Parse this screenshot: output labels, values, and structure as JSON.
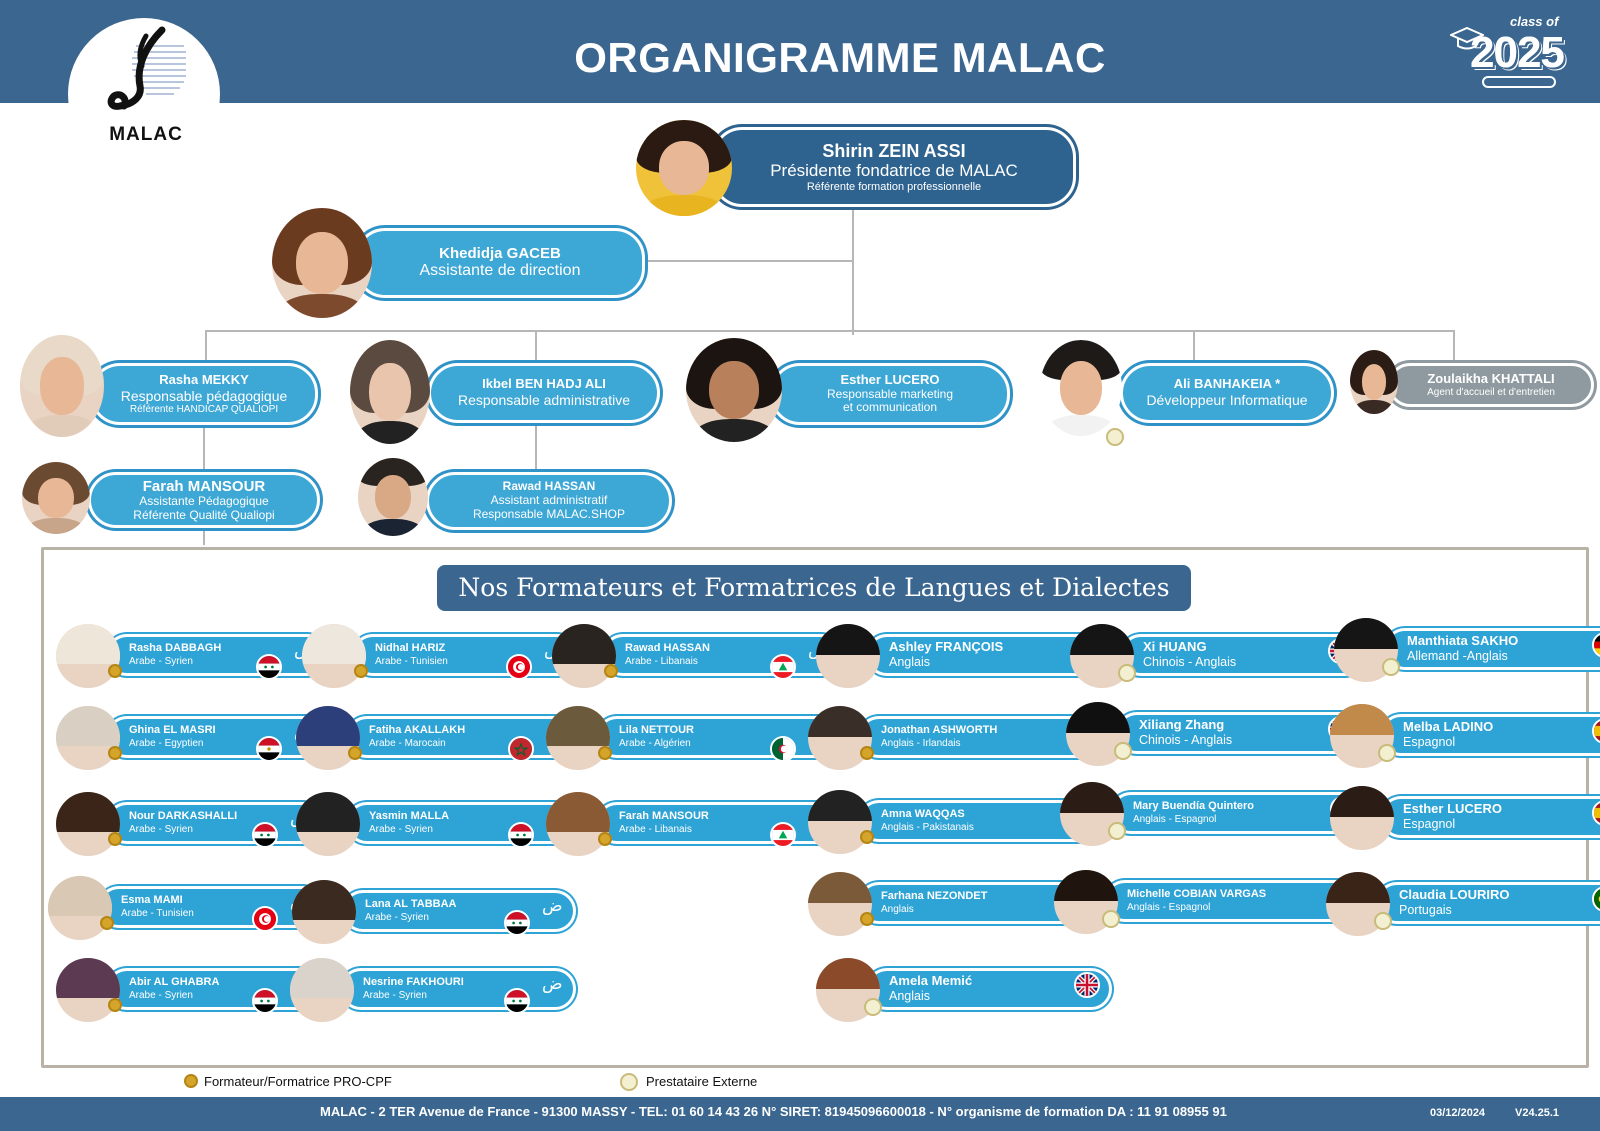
{
  "header": {
    "title": "ORGANIGRAMME MALAC",
    "logo_text": "MALAC",
    "badge_top": "class of",
    "badge_year": "2025"
  },
  "colors": {
    "header": "#3a6690",
    "pill": "#3da7d6",
    "pill_dark": "#2f638f",
    "pill_gray": "#8f9aa0"
  },
  "staff": {
    "president": {
      "name": "Shirin ZEIN ASSI",
      "role": "Présidente fondatrice de MALAC",
      "extra": "Référente formation professionnelle"
    },
    "assistant_direction": {
      "name": "Khedidja GACEB",
      "role": "Assistante de  direction"
    },
    "rasha": {
      "name": "Rasha MEKKY",
      "role": "Responsable pédagogique",
      "extra": "Référente HANDICAP QUALIOPI"
    },
    "ikbel": {
      "name": "Ikbel BEN HADJ ALI",
      "role": "Responsable administrative"
    },
    "esther": {
      "name": "Esther LUCERO",
      "role": "Responsable marketing",
      "extra": "et communication"
    },
    "ali": {
      "name": "Ali BANHAKEIA *",
      "role": "Développeur Informatique"
    },
    "zoulaikha": {
      "name": "Zoulaikha KHATTALI",
      "role": "Agent d'accueil et d'entretien"
    },
    "farah": {
      "name": "Farah MANSOUR",
      "role": "Assistante Pédagogique",
      "extra": "Référente Qualité Qualiopi"
    },
    "rawad": {
      "name": "Rawad HASSAN",
      "role": "Assistant administratif",
      "extra": "Responsable MALAC.SHOP"
    }
  },
  "trainers": {
    "title": "Nos Formateurs et Formatrices de Langues et Dialectes",
    "arabic_letter": "ض",
    "list": [
      {
        "name": "Rasha DABBAGH",
        "langs": "Arabe - Syrien"
      },
      {
        "name": "Ghina  EL MASRI",
        "langs": "Arabe - Egyptien"
      },
      {
        "name": "Nour DARKASHALLI",
        "langs": "Arabe - Syrien"
      },
      {
        "name": "Esma MAMI",
        "langs": "Arabe - Tunisien"
      },
      {
        "name": "Abir AL GHABRA",
        "langs": "Arabe - Syrien"
      },
      {
        "name": "Nidhal HARIZ",
        "langs": "Arabe - Tunisien"
      },
      {
        "name": "Fatiha AKALLAKH",
        "langs": "Arabe - Marocain"
      },
      {
        "name": "Yasmin MALLA",
        "langs": "Arabe - Syrien"
      },
      {
        "name": "Lana AL TABBAA",
        "langs": "Arabe - Syrien"
      },
      {
        "name": "Nesrine FAKHOURI",
        "langs": "Arabe - Syrien"
      },
      {
        "name": "Rawad HASSAN",
        "langs": "Arabe - Libanais"
      },
      {
        "name": "Lila NETTOUR",
        "langs": "Arabe - Algérien"
      },
      {
        "name": "Farah MANSOUR",
        "langs": "Arabe - Libanais"
      },
      {
        "name": "Ashley  FRANÇOIS",
        "langs": "Anglais"
      },
      {
        "name": "Jonathan ASHWORTH",
        "langs": "Anglais - Irlandais"
      },
      {
        "name": "Amna WAQQAS",
        "langs": "Anglais - Pakistanais"
      },
      {
        "name": "Farhana NEZONDET",
        "langs": "Anglais"
      },
      {
        "name": "Amela Memić",
        "langs": "Anglais"
      },
      {
        "name": "Xi HUANG",
        "langs": "Chinois  - Anglais"
      },
      {
        "name": "Xiliang Zhang",
        "langs": "Chinois  - Anglais"
      },
      {
        "name": "Mary Buendía Quintero",
        "langs": "Anglais - Espagnol"
      },
      {
        "name": "Michelle COBIAN VARGAS",
        "langs": "Anglais - Espagnol"
      },
      {
        "name": "Manthiata SAKHO",
        "langs": "Allemand -Anglais"
      },
      {
        "name": "Melba LADINO",
        "langs": "Espagnol"
      },
      {
        "name": "Esther LUCERO",
        "langs": "Espagnol"
      },
      {
        "name": "Claudia LOURIRO",
        "langs": "Portugais"
      }
    ]
  },
  "legend": {
    "pro_cpf": "Formateur/Formatrice PRO-CPF",
    "external": "Prestataire Externe"
  },
  "footer": {
    "address": "MALAC - 2 TER Avenue de France - 91300 MASSY - TEL:  01 60 14 43 26  N° SIRET:  81945096600018 - N° organisme de formation DA : 11 91 08955 91",
    "date": "03/12/2024",
    "version": "V24.25.1"
  }
}
